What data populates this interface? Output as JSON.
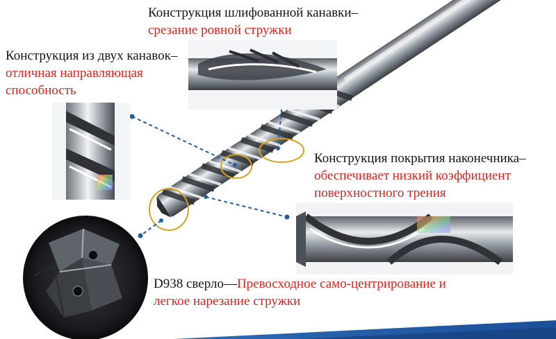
{
  "callouts": {
    "ground_flute": {
      "title": "Конструкция шлифованной канавки–",
      "benefit": "срезание ровной стружки"
    },
    "double_flute": {
      "title": "Конструкция из двух канавок–",
      "benefit_line1": "отличная направляющая",
      "benefit_line2": "способность"
    },
    "tip_coating": {
      "title": "Конструкция покрытия наконечника–",
      "benefit_line1": "обеспечивает низкий коэффициент",
      "benefit_line2": "поверхностного трения"
    },
    "product": {
      "name": "D938 сверло—",
      "benefit_line1": "Превосходное само-центрирование и",
      "benefit_line2": "легкое нарезание стружки"
    }
  },
  "colors": {
    "title_text": "#141414",
    "benefit_text": "#e0241b",
    "leader_line": "#1f5fa0",
    "highlight_ring": "#d9a21b",
    "footer_band": "#1f5aa6"
  },
  "icons": [
    "drill-bit",
    "flute-closeup",
    "drill-tip-closeup"
  ]
}
